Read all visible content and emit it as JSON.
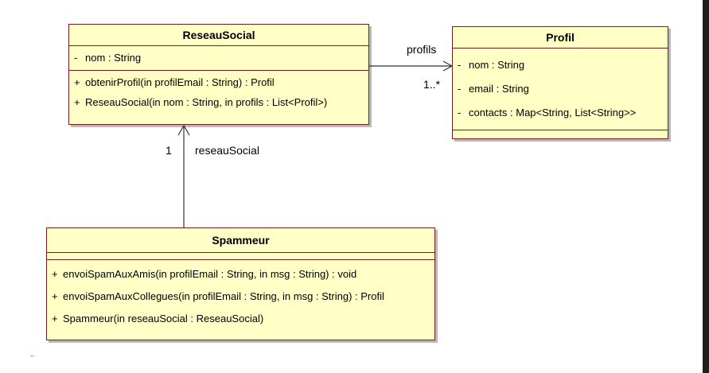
{
  "classes": {
    "reseau_social": {
      "name": "ReseauSocial",
      "attributes": [
        {
          "vis": "-",
          "text": "nom : String"
        }
      ],
      "operations": [
        {
          "vis": "+",
          "text": "obtenirProfil(in profilEmail : String) : Profil"
        },
        {
          "vis": "+",
          "text": "ReseauSocial(in nom : String, in profils : List<Profil>)"
        }
      ]
    },
    "profil": {
      "name": "Profil",
      "attributes": [
        {
          "vis": "-",
          "text": "nom : String"
        },
        {
          "vis": "-",
          "text": "email : String"
        },
        {
          "vis": "-",
          "text": "contacts : Map<String, List<String>>"
        }
      ]
    },
    "spammeur": {
      "name": "Spammeur",
      "operations": [
        {
          "vis": "+",
          "text": "envoiSpamAuxAmis(in profilEmail : String, in msg : String) : void"
        },
        {
          "vis": "+",
          "text": "envoiSpamAuxCollegues(in profilEmail : String, in msg : String) : Profil"
        },
        {
          "vis": "+",
          "text": "Spammeur(in reseauSocial : ReseauSocial)"
        }
      ]
    }
  },
  "associations": {
    "profils": {
      "role": "profils",
      "multiplicity": "1..*"
    },
    "reseau_social": {
      "role": "reseauSocial",
      "multiplicity": "1"
    }
  },
  "colors": {
    "box_fill": "#ffffc6",
    "box_border": "#7a1a1a",
    "shadow": "#b9b9b9"
  }
}
